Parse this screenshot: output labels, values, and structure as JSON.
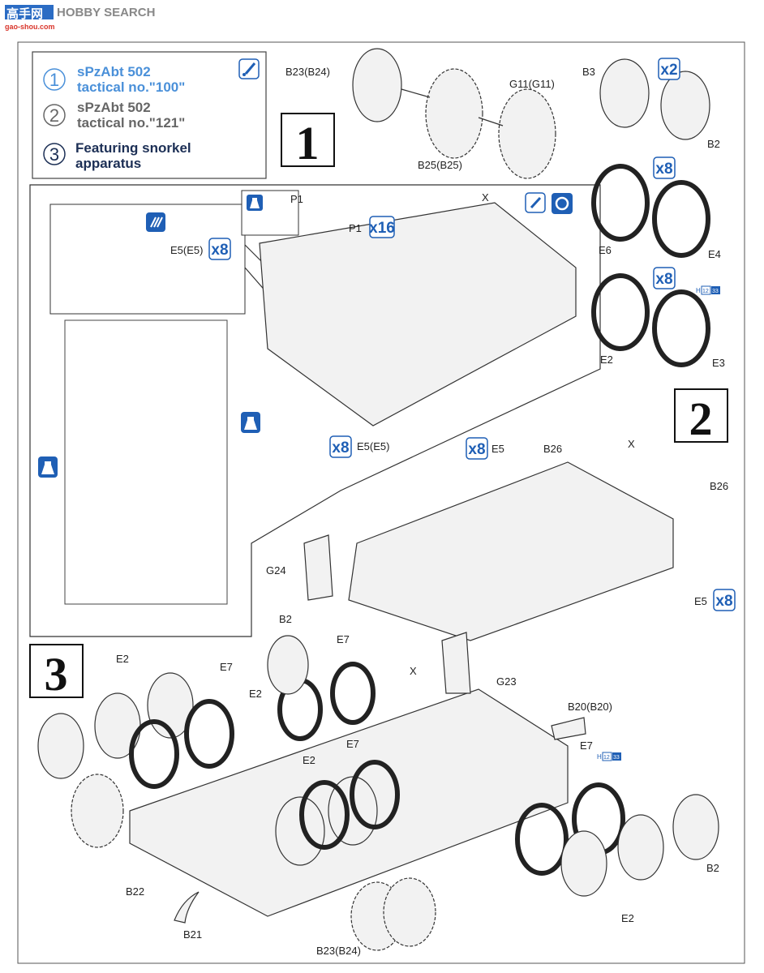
{
  "watermark": {
    "logo_text": "高手网",
    "site": "gao-shou.com",
    "brand": "HOBBY SEARCH"
  },
  "legend": {
    "items": [
      {
        "num": "1",
        "line1": "sPzAbt 502",
        "line2": "tactical no.\"100\"",
        "color": "#4a90d9"
      },
      {
        "num": "2",
        "line1": "sPzAbt 502",
        "line2": "tactical no.\"121\"",
        "color": "#666666"
      },
      {
        "num": "3",
        "line1": "Featuring snorkel",
        "line2": "apparatus",
        "color": "#1c2f55"
      }
    ],
    "icon": "paint-brush-icon"
  },
  "steps": {
    "s1": "1",
    "s2": "2",
    "s3": "3"
  },
  "badges": {
    "x2": "x2",
    "x8": "x8",
    "x16": "x16"
  },
  "color_ref": {
    "prefix": "H",
    "a": "12",
    "b": "33"
  },
  "labels": {
    "b23_b24": "B23(B24)",
    "b25_b25": "B25(B25)",
    "g11_g11": "G11(G11)",
    "b3": "B3",
    "b2": "B2",
    "e6": "E6",
    "e4": "E4",
    "e2": "E2",
    "e3": "E3",
    "e5_e5": "E5(E5)",
    "p1": "P1",
    "x": "X",
    "b26": "B26",
    "e5": "E5",
    "g24": "G24",
    "g23": "G23",
    "e7": "E7",
    "b20_b20": "B20(B20)",
    "b22": "B22",
    "b21": "B21"
  },
  "accent_color": "#1f5fb5"
}
